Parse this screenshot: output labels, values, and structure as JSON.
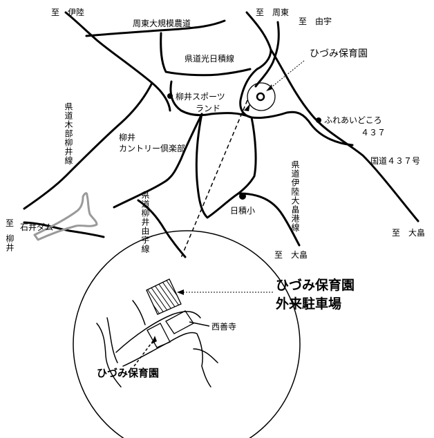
{
  "map": {
    "labels": {
      "to_iryo": "至　伊陸",
      "shuto_ohki_farm_road": "周東大規模農道",
      "to_shuto": "至　周東",
      "to_yu": "至　由宇",
      "prefroad_hikari_hizumi": "県道光日積線",
      "hizumi_nursery": "ひづみ保育園",
      "yanai_sports_land_1": "柳井スポーツ",
      "yanai_sports_land_2": "ランド",
      "fureai_dokoro_1": "ふれあいどころ",
      "fureai_dokoro_2": "４３７",
      "prefroad_kiburi_yanai": "県道木部柳井線",
      "yanai_country_club_1": "柳井",
      "yanai_country_club_2": "カントリー倶楽部",
      "national_road_437": "国道４３７号",
      "prefroad_iryo_oshima": "県道伊陸大畠港線",
      "prefroad_yanai_yu": "県道柳井由宇線",
      "hizumi_elementary": "日積小",
      "to_yanai_1": "至",
      "to_yanai_2": "柳井",
      "ishii_dam": "石井ダム",
      "to_oshima_right": "至　大畠",
      "to_oshima_center": "至　大畠",
      "visitor_parking_1": "ひづみ保育園",
      "visitor_parking_2": "外来駐車場",
      "saizenji": "西善寺",
      "inset_nursery": "ひづみ保育園"
    }
  }
}
